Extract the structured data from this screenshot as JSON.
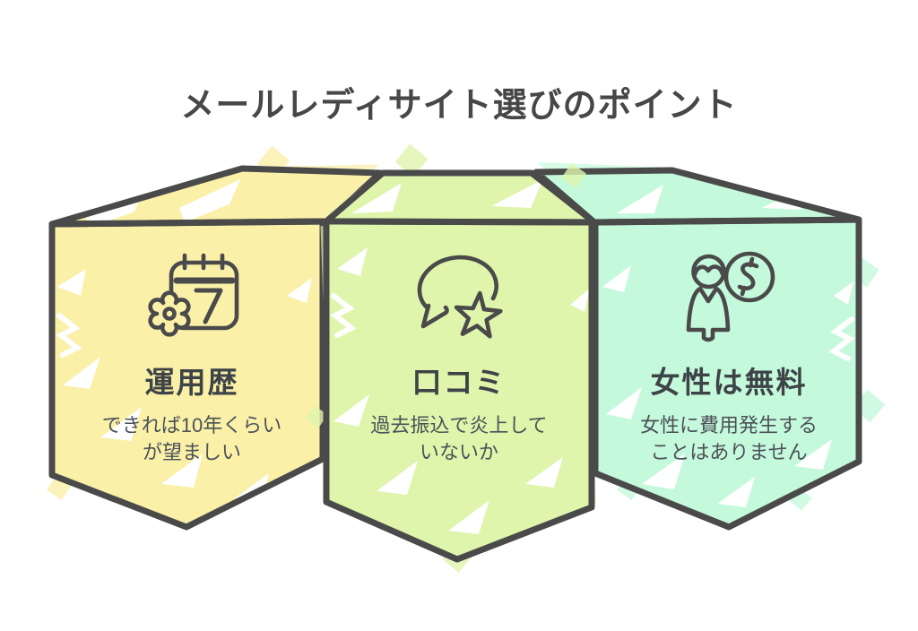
{
  "title": "メールレディサイト選びのポイント",
  "colors": {
    "background": "#ffffff",
    "outline": "#4a4a4a",
    "title_text": "#474747",
    "heading_text": "#3e4347",
    "body_text": "#4b5158",
    "banner_yellow": "#faf0a8",
    "banner_green": "#dff5ac",
    "banner_teal": "#c5f9dc"
  },
  "banners": [
    {
      "icon": "calendar-gear-icon",
      "heading": "運用歴",
      "body_line1": "できれば10年くらい",
      "body_line2": "が望ましい",
      "color": "#faf0a8"
    },
    {
      "icon": "speech-bubble-star-icon",
      "heading": "口コミ",
      "body_line1": "過去振込で炎上して",
      "body_line2": "いないか",
      "color": "#dff5ac"
    },
    {
      "icon": "woman-dollar-coin-icon",
      "heading": "女性は無料",
      "body_line1": "女性に費用発生する",
      "body_line2": "ことはありません",
      "color": "#c5f9dc"
    }
  ]
}
